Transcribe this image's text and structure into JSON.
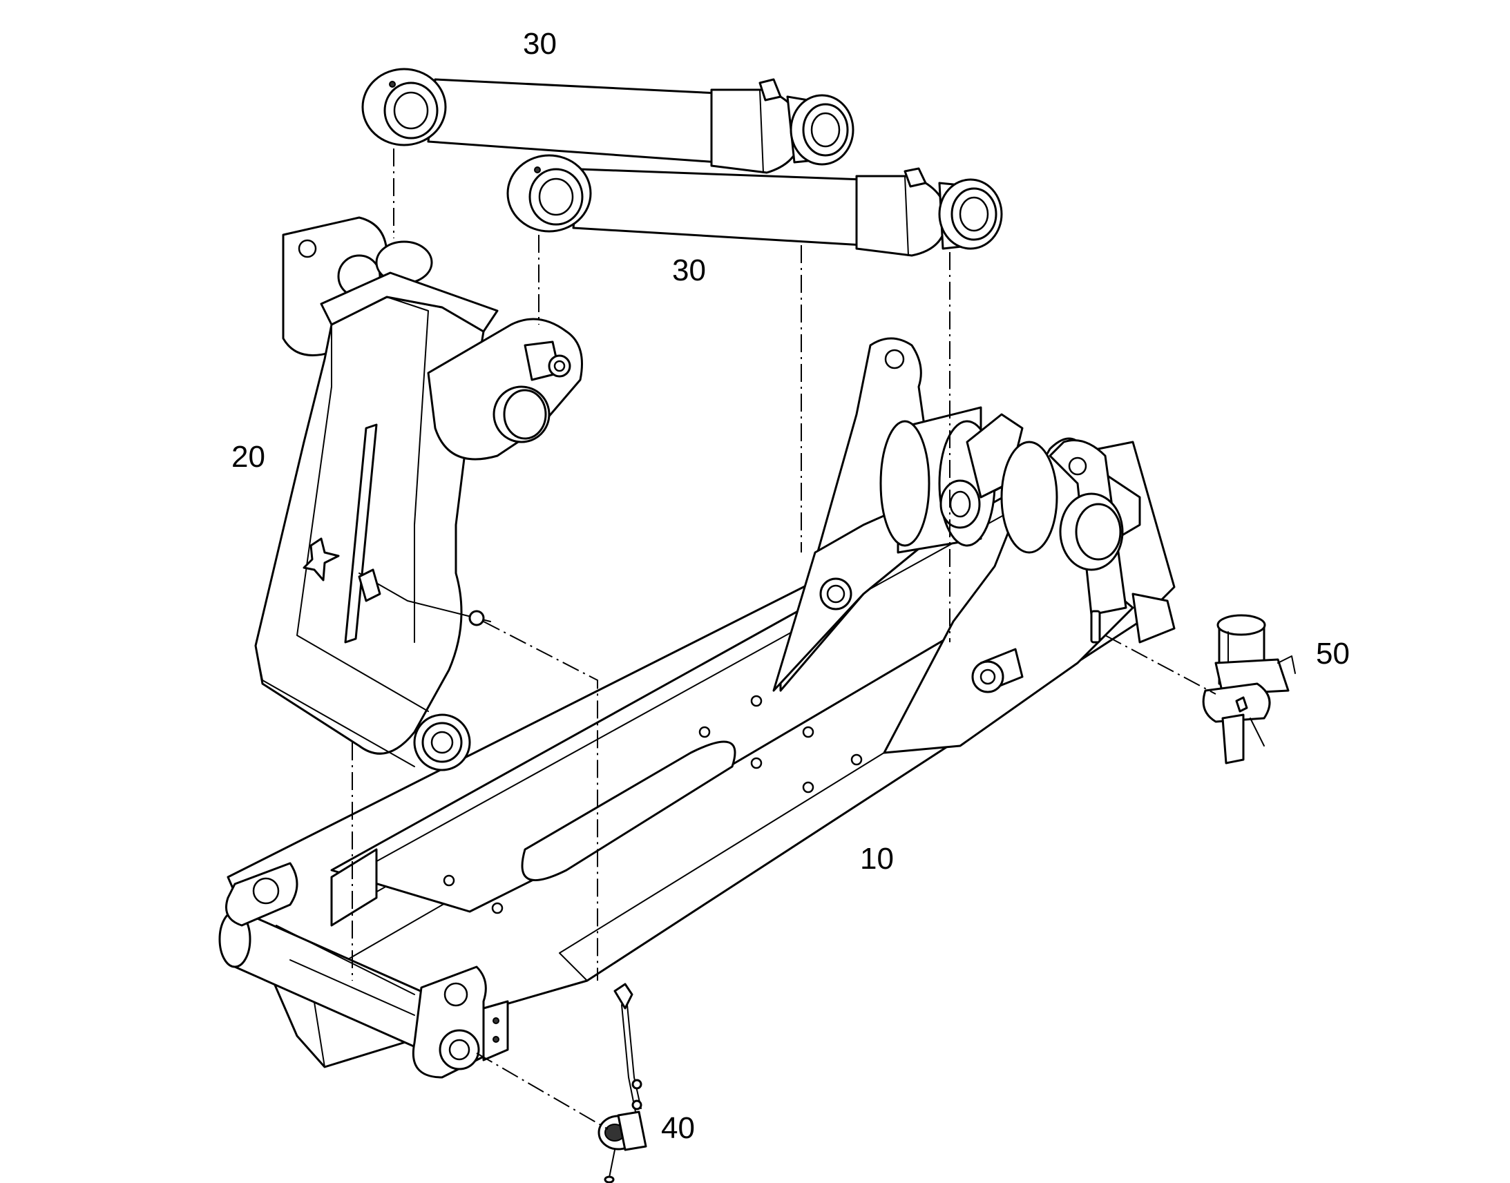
{
  "callouts": {
    "label_30_top": "30",
    "label_30_mid": "30",
    "label_20": "20",
    "label_50": "50",
    "label_10": "10",
    "label_40": "40"
  },
  "colors": {
    "line": "#000000",
    "background": "#ffffff"
  }
}
